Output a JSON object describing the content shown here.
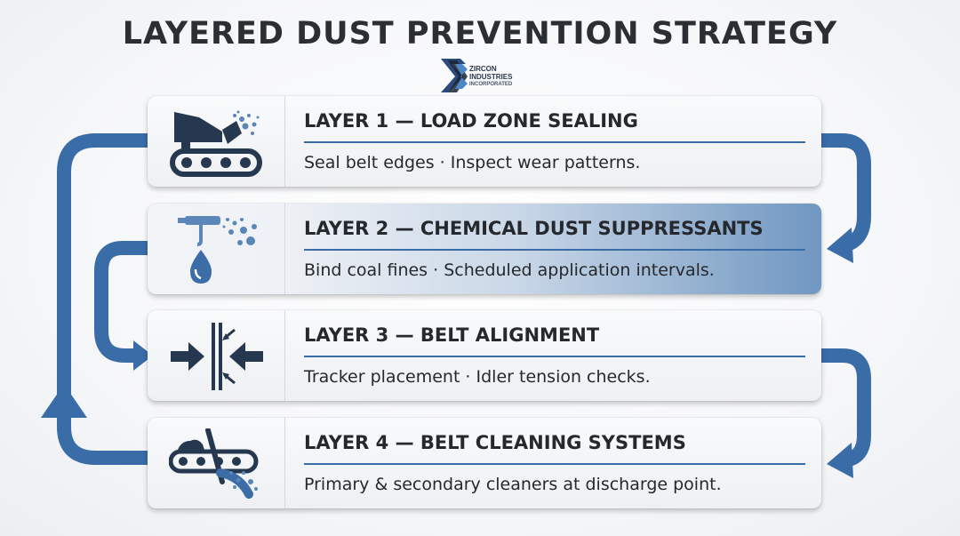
{
  "title": "LAYERED DUST PREVENTION STRATEGY",
  "logo": {
    "line1": "ZIRCON",
    "line2": "INDUSTRIES",
    "line3": "INCORPORATED"
  },
  "colors": {
    "accent": "#3a6ca8",
    "arrow": "#3a6ca8",
    "text": "#25282d",
    "icon": "#26384f"
  },
  "layers": [
    {
      "title": "LAYER 1 — LOAD ZONE SEALING",
      "desc": "Seal belt edges · Inspect wear patterns.",
      "icon": "conveyor-loading-icon"
    },
    {
      "title": "LAYER 2 — CHEMICAL DUST SUPPRESSANTS",
      "desc": "Bind coal fines · Scheduled application intervals.",
      "icon": "spray-droplet-icon"
    },
    {
      "title": "LAYER 3 — BELT ALIGNMENT",
      "desc": "Tracker placement · Idler tension checks.",
      "icon": "alignment-arrows-icon"
    },
    {
      "title": "LAYER 4 — BELT CLEANING SYSTEMS",
      "desc": "Primary & secondary cleaners at discharge point.",
      "icon": "belt-cleaner-icon"
    }
  ]
}
